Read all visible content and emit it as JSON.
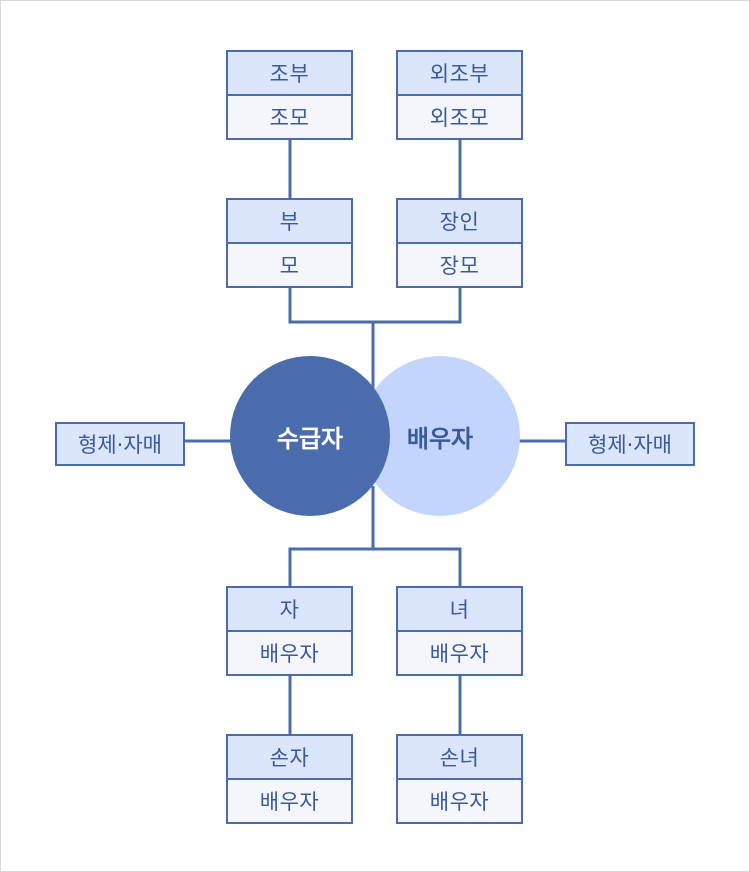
{
  "center": {
    "recipient": "수급자",
    "spouse": "배우자"
  },
  "siblings_left": "형제·자매",
  "siblings_right": "형제·자매",
  "grandparents": {
    "top": "조부",
    "bottom": "조모"
  },
  "maternal_grandparents": {
    "top": "외조부",
    "bottom": "외조모"
  },
  "parents": {
    "top": "부",
    "bottom": "모"
  },
  "in_laws": {
    "top": "장인",
    "bottom": "장모"
  },
  "son": {
    "top": "자",
    "bottom": "배우자"
  },
  "daughter": {
    "top": "녀",
    "bottom": "배우자"
  },
  "grandson": {
    "top": "손자",
    "bottom": "배우자"
  },
  "granddaughter": {
    "top": "손녀",
    "bottom": "배우자"
  },
  "colors": {
    "line": "#4a6cad",
    "recipient_fill": "#4a6cad",
    "spouse_fill": "#c3d5fd",
    "box_top": "#dbe5fb",
    "box_bottom": "#f4f6fb"
  }
}
